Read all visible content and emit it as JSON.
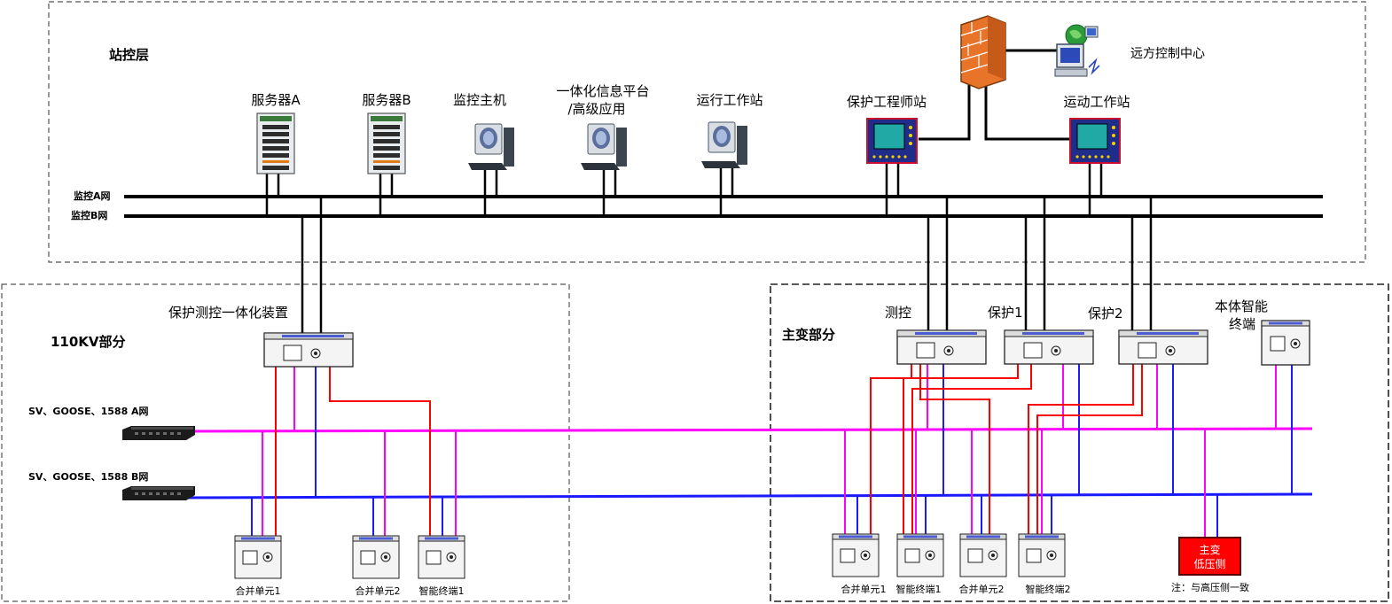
{
  "station": {
    "title": "站控层",
    "bus_a": "监控A网",
    "bus_b": "监控B网",
    "server_a": "服务器A",
    "server_b": "服务器B",
    "monitor_host": "监控主机",
    "platform_line1": "一体化信息平台",
    "platform_line2": "/高级应用",
    "operator_ws": "运行工作站",
    "protection_eng_ws": "保护工程师站",
    "telecontrol_ws": "运动工作站",
    "remote_center": "远方控制中心"
  },
  "kv110": {
    "title": "110KV部分",
    "integrated_device": "保护测控一体化装置",
    "net_a": "SV、GOOSE、1588 A网",
    "net_b": "SV、GOOSE、1588 B网",
    "mu1": "合并单元1",
    "mu2": "合并单元2",
    "it1": "智能终端1"
  },
  "transformer": {
    "title": "主变部分",
    "measure": "测控",
    "prot1": "保护1",
    "prot2": "保护2",
    "body_line1": "本体智能",
    "body_line2": "终端",
    "mu1": "合并单元1",
    "it1": "智能终端1",
    "mu2": "合并单元2",
    "it2": "智能终端2",
    "lv_line1": "主变",
    "lv_line2": "低压侧",
    "note": "注：与高压侧一致"
  },
  "colors": {
    "bus": "#000000",
    "net_a": "#ff00ff",
    "net_b": "#1a1aff",
    "trip_link": "#ff0000",
    "lv_box": "#ff0000",
    "firewall": "#e8742a",
    "dashed_border": "#555555"
  },
  "icons": [
    "server-icon",
    "computer-icon",
    "monitor-panel-icon",
    "firewall-icon",
    "remote-center-icon",
    "protection-device-icon",
    "switch-icon",
    "field-unit-icon"
  ]
}
